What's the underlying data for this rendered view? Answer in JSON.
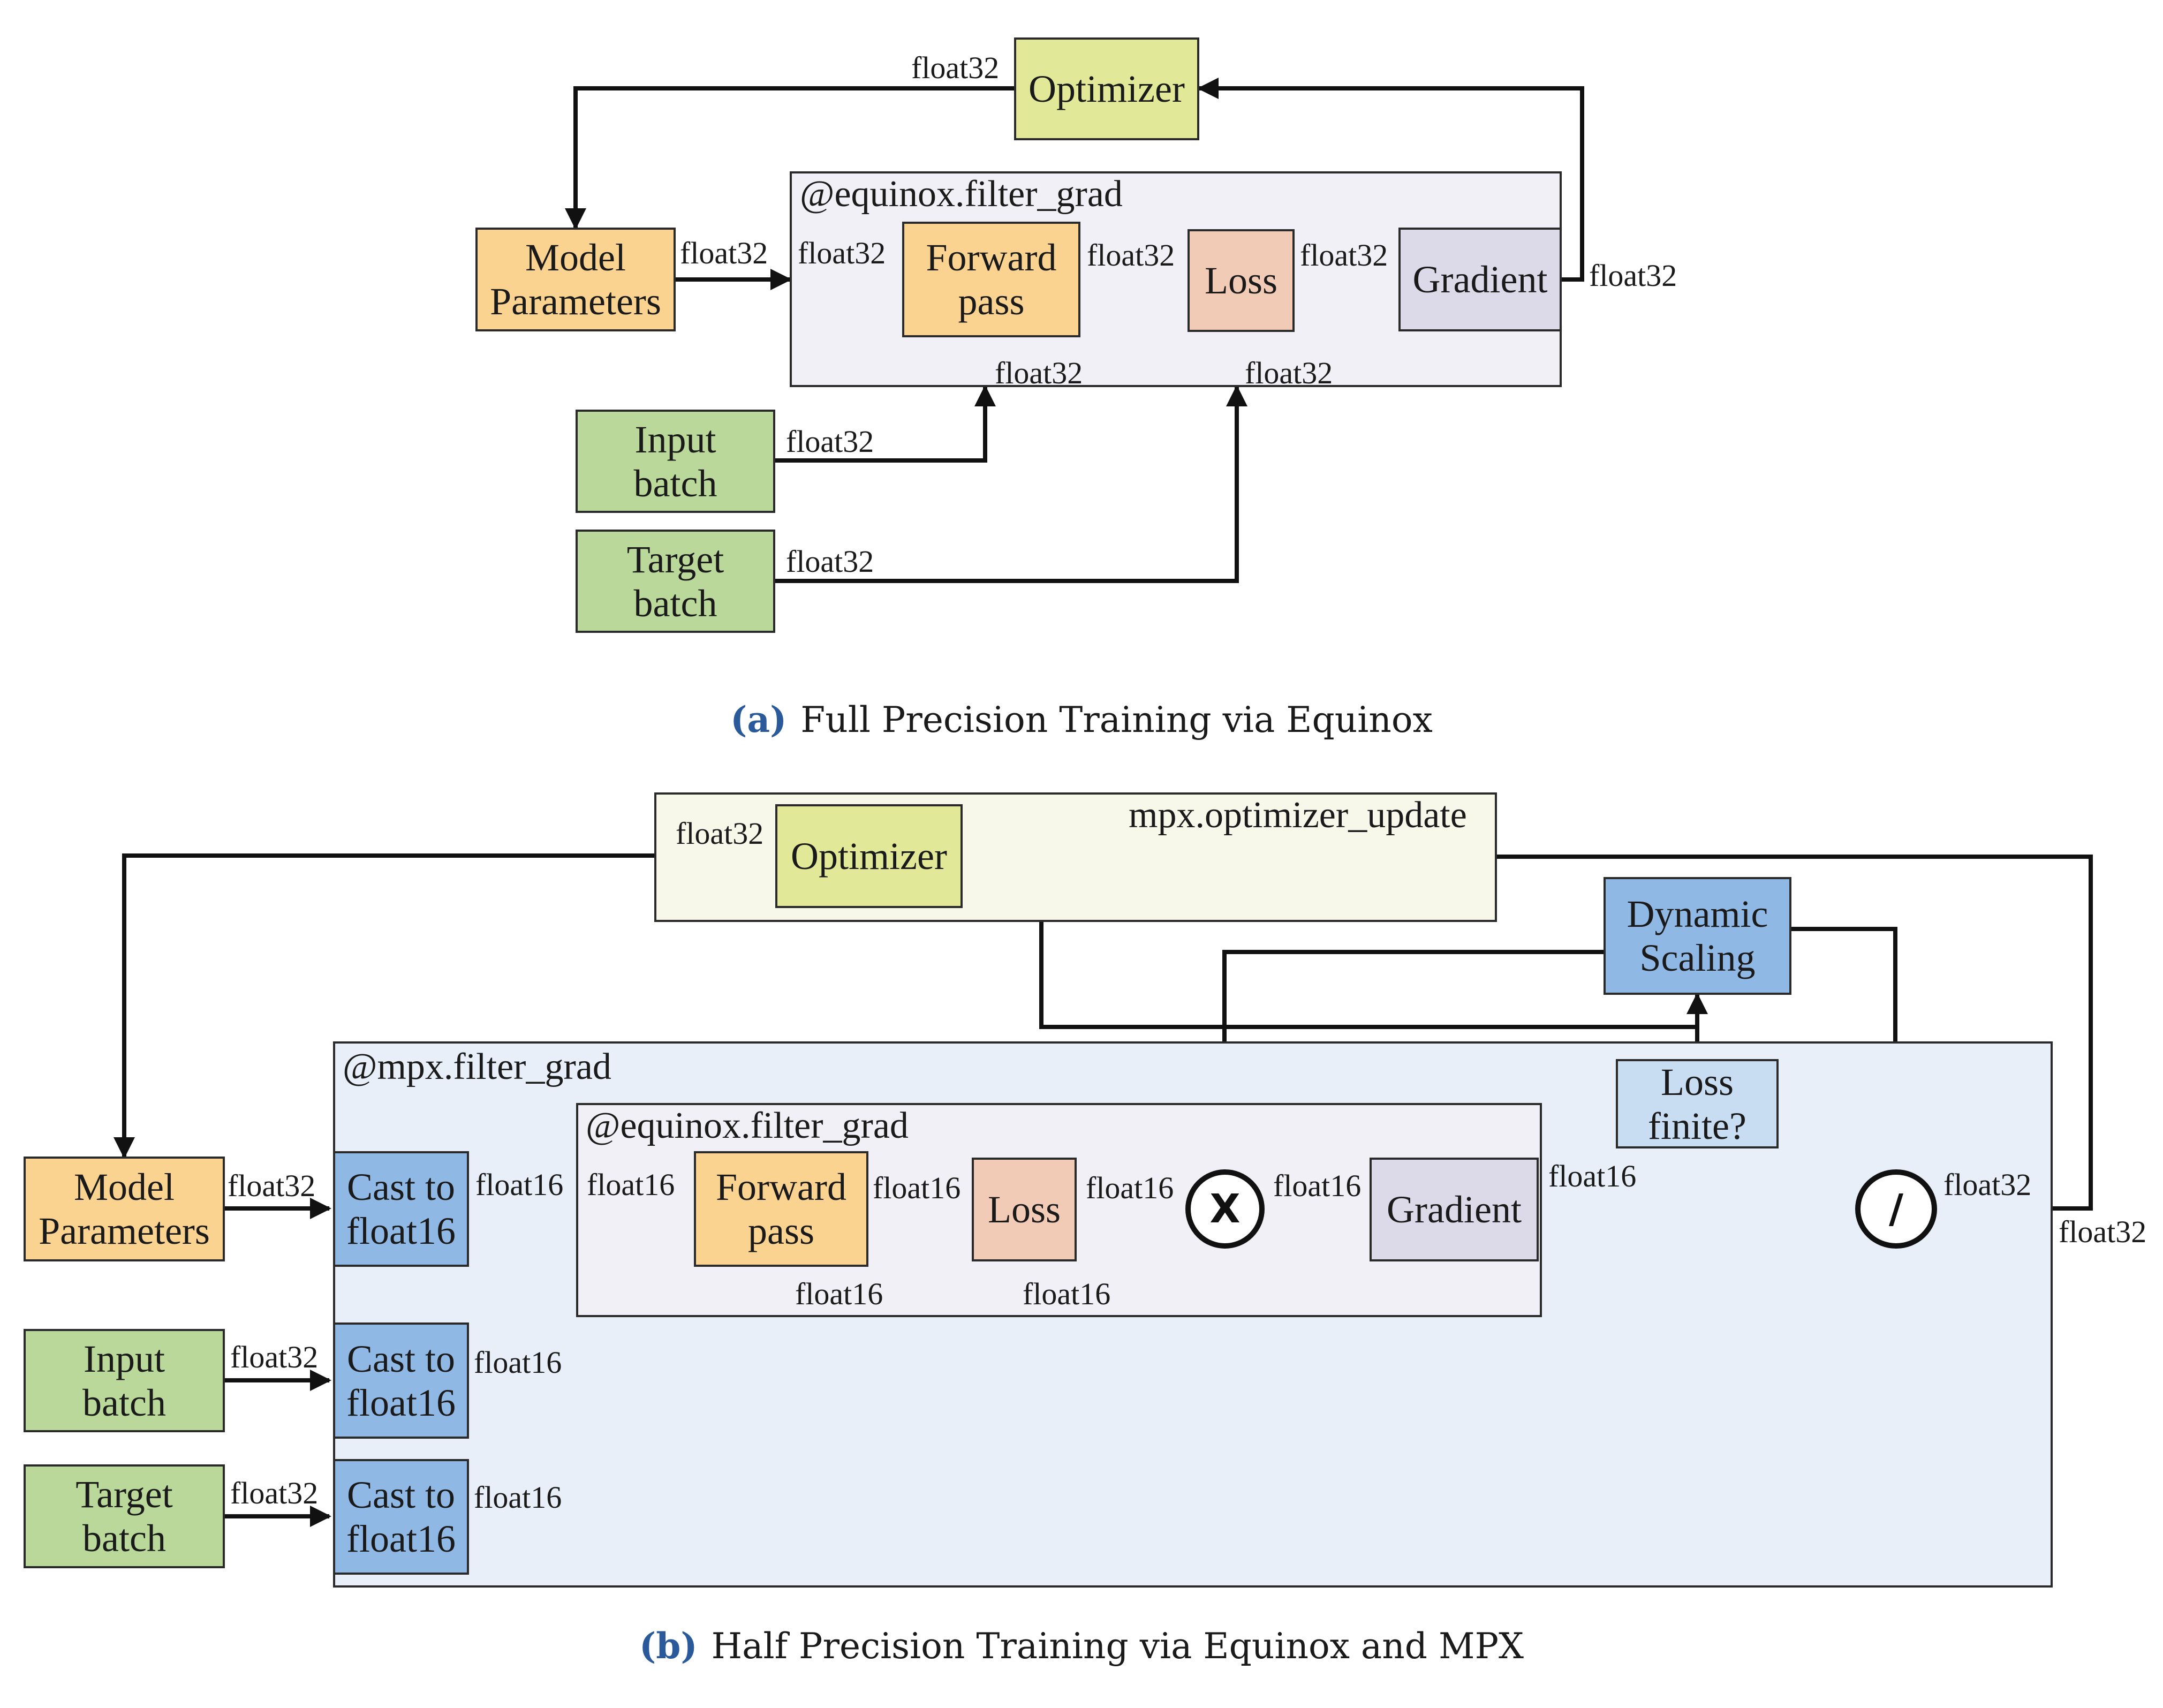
{
  "panel_a": {
    "caption_tag": "(a)",
    "caption_text": "Full Precision Training via Equinox",
    "region_label": "@equinox.filter_grad",
    "nodes": {
      "optimizer": "Optimizer",
      "model_parameters": "Model\nParameters",
      "forward_pass": "Forward\npass",
      "loss": "Loss",
      "gradient": "Gradient",
      "input_batch": "Input\nbatch",
      "target_batch": "Target\nbatch"
    },
    "edge_labels": {
      "optimizer_out": "float32",
      "params_out": "float32",
      "into_forward": "float32",
      "forward_out": "float32",
      "loss_out": "float32",
      "gradient_out": "float32",
      "forward_in": "float32",
      "loss_in": "float32",
      "input_out": "float32",
      "target_out": "float32"
    }
  },
  "panel_b": {
    "caption_tag": "(b)",
    "caption_text": "Half Precision Training via Equinox and MPX",
    "region_labels": {
      "optimizer_update": "mpx.optimizer_update",
      "mpx_filter_grad": "@mpx.filter_grad",
      "equinox_filter_grad": "@equinox.filter_grad"
    },
    "nodes": {
      "optimizer": "Optimizer",
      "model_parameters": "Model\nParameters",
      "input_batch": "Input\nbatch",
      "target_batch": "Target\nbatch",
      "cast_params": "Cast to\nfloat16",
      "cast_input": "Cast to\nfloat16",
      "cast_target": "Cast to\nfloat16",
      "forward_pass": "Forward\npass",
      "loss": "Loss",
      "gradient": "Gradient",
      "dynamic_scaling": "Dynamic\nScaling",
      "loss_finite": "Loss\nfinite?",
      "multiply_op": "X",
      "divide_op": "/"
    },
    "edge_labels": {
      "optimizer_out": "float32",
      "params_out": "float32",
      "input_out": "float32",
      "target_out": "float32",
      "cast_params_out": "float16",
      "into_forward": "float16",
      "forward_out": "float16",
      "loss_out": "float16",
      "multiply_out": "float16",
      "gradient_out": "float16",
      "cast_input_out": "float16",
      "cast_target_out": "float16",
      "forward_in": "float16",
      "loss_in": "float16",
      "divide_out": "float32",
      "final_out": "float32"
    }
  }
}
